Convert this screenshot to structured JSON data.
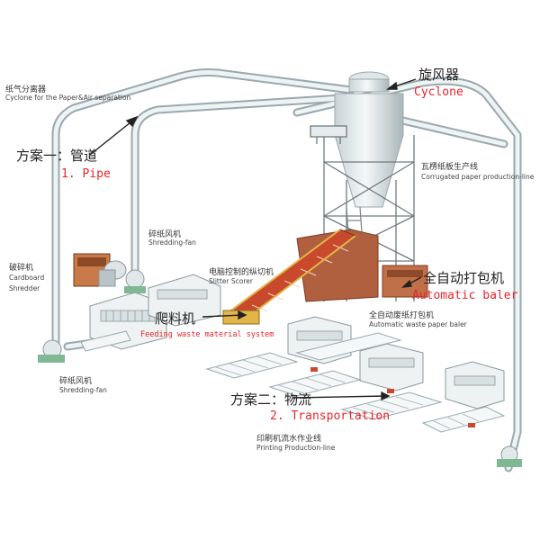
{
  "labels": {
    "cyclone_sep_zh": "纸气分离器",
    "cyclone_sep_en": "Cyclone for the Paper&Air separation",
    "cyclone_zh": "旋风器",
    "cyclone_en": "Cyclone",
    "plan1_zh": "方案一：管道",
    "plan1_en": "1. Pipe",
    "corrugated_zh": "瓦楞纸板生产线",
    "corrugated_en": "Corrugated paper production-line",
    "shredfan_top_zh": "碎纸风机",
    "shredfan_top_en": "Shredding-fan",
    "cardboard_zh": "破碎机",
    "cardboard_en1": "Cardboard",
    "cardboard_en2": "Shredder",
    "slitter_zh": "电脑控制的纵切机",
    "slitter_en": "Slitter Scorer",
    "baler_zh": "全自动打包机",
    "baler_en": "Automatic baler",
    "feeding_zh": "爬料机",
    "feeding_en": "Feeding waste material system",
    "waste_baler_zh": "全自动废纸打包机",
    "waste_baler_en": "Automatic waste paper baler",
    "shredfan_bot_zh": "碎纸风机",
    "shredfan_bot_en": "Shredding-fan",
    "plan2_zh": "方案二：物流",
    "plan2_en": "2. Transportation",
    "printing_zh": "印刷机流水作业线",
    "printing_en": "Printing Production-line"
  },
  "colors": {
    "red_label": "#e8242a",
    "pipe": "#e4ecef",
    "pipe_edge": "#9aa8ae",
    "conveyor": "#c8492b",
    "machine": "#eef2f2"
  }
}
